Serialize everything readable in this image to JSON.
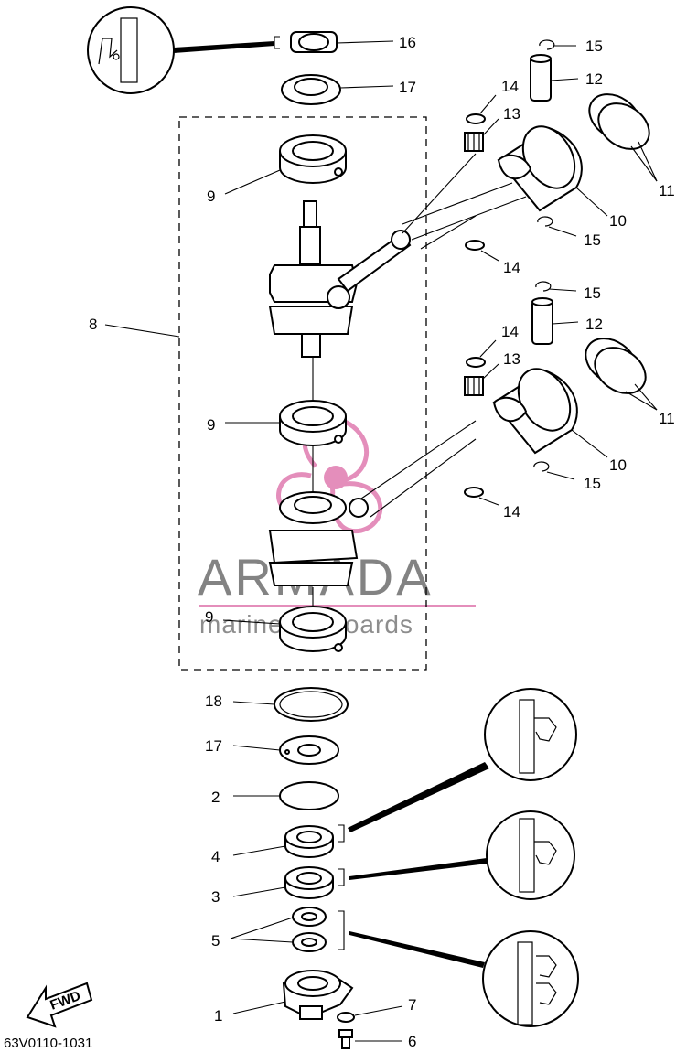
{
  "diagram_code": "63V0110-1031",
  "fwd_label": "FWD",
  "watermark": {
    "brand": "ARMADA",
    "tagline": "marine outboards",
    "accent_color": "#e07bb0"
  },
  "callouts": {
    "c16": "16",
    "c17a": "17",
    "c9a": "9",
    "c8": "8",
    "c9b": "9",
    "c9c": "9",
    "c15a": "15",
    "c12a": "12",
    "c14a": "14",
    "c13a": "13",
    "c11a": "11",
    "c10a": "10",
    "c15b": "15",
    "c14b": "14",
    "c15c": "15",
    "c12b": "12",
    "c14c": "14",
    "c13b": "13",
    "c11b": "11",
    "c10b": "10",
    "c15d": "15",
    "c14d": "14",
    "c18": "18",
    "c17b": "17",
    "c2": "2",
    "c4": "4",
    "c3": "3",
    "c5": "5",
    "c1": "1",
    "c7": "7",
    "c6": "6"
  }
}
